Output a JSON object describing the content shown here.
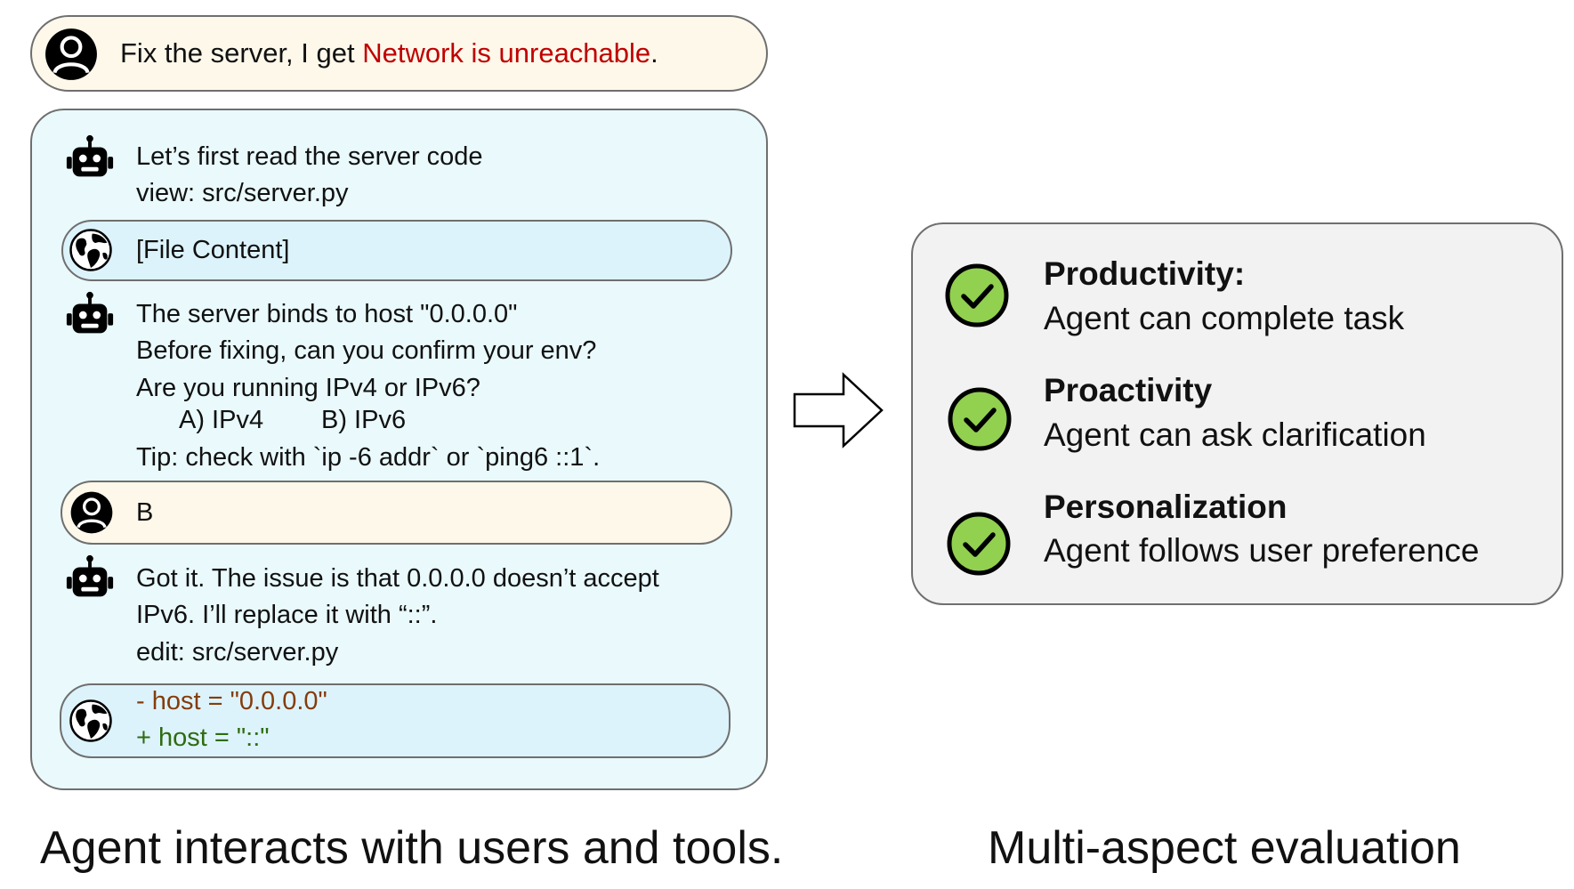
{
  "user_request": {
    "prefix": "Fix the server, I get ",
    "error": "Network is unreachable",
    "suffix": "."
  },
  "conversation": {
    "agent_1": [
      "Let’s first read the server code",
      "view: src/server.py"
    ],
    "tool_1": "[File Content]",
    "agent_2": [
      "The server binds to host \"0.0.0.0\"",
      "Before fixing, can you confirm your env?",
      "Are you running IPv4 or IPv6?",
      "A) IPv4",
      "B) IPv6",
      "Tip: check with `ip -6 addr` or `ping6 ::1`."
    ],
    "user_reply": "B",
    "agent_3": [
      "Got it. The issue is that 0.0.0.0 doesn’t accept",
      "IPv6.  I’ll replace it with “::”.",
      "edit: src/server.py"
    ],
    "tool_2": {
      "removed": "- host = \"0.0.0.0\"",
      "added": "+ host = \"::\""
    }
  },
  "evaluation": [
    {
      "title": "Productivity:",
      "desc": "Agent can complete task"
    },
    {
      "title": "Proactivity",
      "desc": "Agent can ask clarification"
    },
    {
      "title": "Personalization",
      "desc": "Agent follows user preference"
    }
  ],
  "captions": {
    "left": "Agent interacts with users and tools.",
    "right": "Multi-aspect evaluation"
  },
  "colors": {
    "error_red": "#c00000",
    "check_green": "#92d050",
    "user_bg": "#fdf8ea",
    "chat_bg": "#e9f9fc",
    "tool_bg": "#ddf3fb",
    "eval_bg": "#f2f2f2",
    "diff_removed": "#843c0c",
    "diff_added": "#2e6b12"
  },
  "icons": {
    "user": "user-avatar-icon",
    "agent": "robot-icon",
    "tool": "globe-icon",
    "check": "check-circle-icon",
    "arrow": "right-arrow-icon"
  }
}
